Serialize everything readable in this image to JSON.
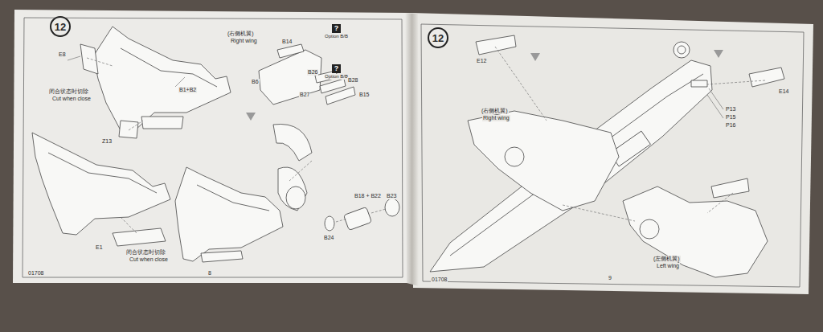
{
  "diagram": {
    "nodes": [
      {
        "text": [
          "12"
        ]
      },
      {
        "text": [
          "?",
          "Option B/B"
        ]
      },
      {
        "text": [
          "?",
          "Option B/B"
        ]
      },
      {
        "text": [
          "12"
        ]
      }
    ],
    "labels": [
      "E8",
      "B1+B2",
      "闭合状态时切除",
      "Cut when close",
      "Z13",
      "(右侧机翼)",
      "Right wing",
      "B14",
      "B6",
      "B27",
      "B26",
      "B28",
      "B15",
      "闭合状态时切除",
      "Cut when close",
      "E1",
      "B18 + B22",
      "B23",
      "B24",
      "01708",
      "8",
      "E12",
      "(右侧机翼)",
      "Right wing",
      "P13",
      "P15",
      "P16",
      "E14",
      "(左侧机翼)",
      "Left wing",
      "01708",
      "9"
    ]
  }
}
